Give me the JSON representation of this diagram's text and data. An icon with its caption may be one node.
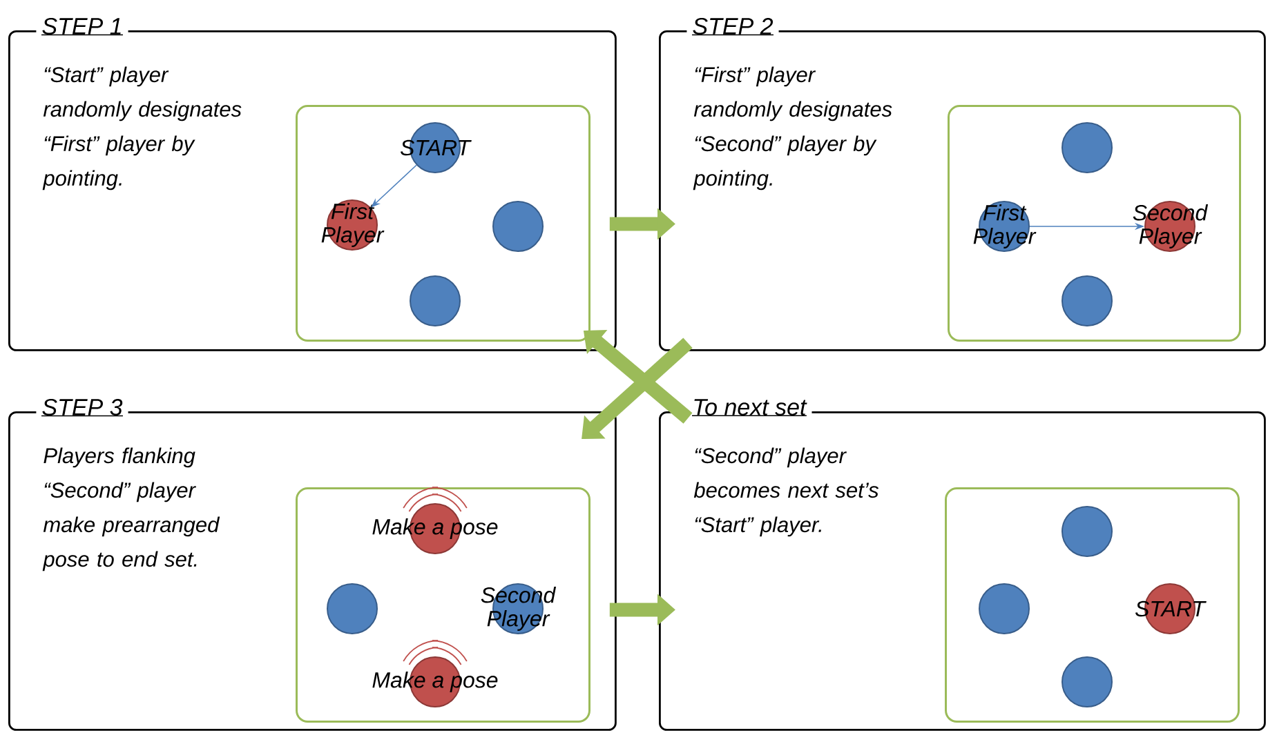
{
  "diagram": {
    "nodes": [
      {
        "text": [
          "STEP 1",
          "“Start” player randomly designates “First” player by pointing."
        ]
      },
      {
        "text": [],
        "shape": "box",
        "in": 0
      },
      {
        "text": [
          "START"
        ],
        "in": 1
      },
      {
        "text": [
          "First Player"
        ],
        "in": 1
      },
      {
        "text": [],
        "shape": "circle",
        "in": 1
      },
      {
        "text": [],
        "shape": "circle",
        "in": 1
      },
      {
        "text": [
          "STEP 2",
          "“First” player randomly designates “Second” player by pointing."
        ]
      },
      {
        "text": [],
        "shape": "box",
        "in": 6
      },
      {
        "text": [],
        "shape": "circle",
        "in": 7
      },
      {
        "text": [
          "First Player"
        ],
        "in": 7
      },
      {
        "text": [
          "Second Player"
        ],
        "in": 7
      },
      {
        "text": [],
        "shape": "circle",
        "in": 7
      },
      {
        "text": [
          "STEP 3",
          "Players flanking “Second” player make prearranged pose to end set."
        ]
      },
      {
        "text": [],
        "shape": "box",
        "in": 12
      },
      {
        "text": [
          "Make a pose"
        ],
        "in": 13
      },
      {
        "text": [],
        "shape": "circle",
        "in": 13
      },
      {
        "text": [
          "Second Player"
        ],
        "in": 13
      },
      {
        "text": [
          "Make a pose"
        ],
        "in": 13
      },
      {
        "text": [
          "To next set",
          "“Second” player becomes next set’s “Start” player."
        ]
      },
      {
        "text": [],
        "shape": "box",
        "in": 18
      },
      {
        "text": [],
        "shape": "circle",
        "in": 19
      },
      {
        "text": [],
        "shape": "circle",
        "in": 19
      },
      {
        "text": [
          "START"
        ],
        "in": 19
      },
      {
        "text": [],
        "shape": "circle",
        "in": 19
      }
    ],
    "edges": [
      {
        "from": 0,
        "to": 6,
        "arrow": "to"
      },
      {
        "from": 6,
        "to": 12,
        "arrow": "to"
      },
      {
        "from": 18,
        "to": 0,
        "arrow": "to"
      },
      {
        "from": 12,
        "to": 18,
        "arrow": "to"
      },
      {
        "from": 2,
        "to": 3,
        "arrow": "to",
        "color": "#4f81bd"
      },
      {
        "from": 9,
        "to": 10,
        "arrow": "to",
        "color": "#4f81bd"
      }
    ]
  }
}
